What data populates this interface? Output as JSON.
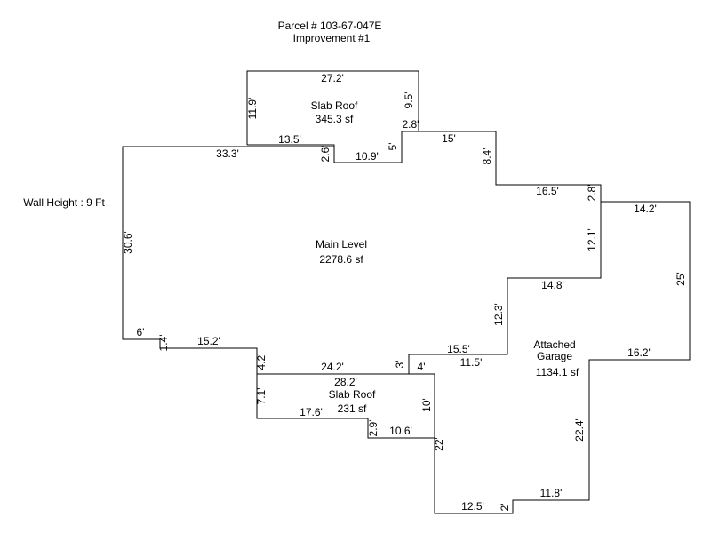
{
  "header": {
    "parcel": "Parcel # 103-67-047E",
    "improvement": "Improvement #1"
  },
  "wall_height": "Wall Height : 9 Ft",
  "areas": {
    "slab_roof_top": {
      "name": "Slab Roof",
      "area": "345.3 sf"
    },
    "main_level": {
      "name": "Main Level",
      "area": "2278.6 sf"
    },
    "garage": {
      "name_line1": "Attached",
      "name_line2": "Garage",
      "area": "1134.1 sf"
    },
    "slab_roof_bottom": {
      "name": "Slab Roof",
      "area": "231 sf"
    }
  },
  "dimensions": {
    "top_roof_width": "27.2'",
    "top_roof_left": "11.9'",
    "top_roof_right": "9.5'",
    "top_roof_notch": "2.8'",
    "top_13_5": "13.5'",
    "top_33_3": "33.3'",
    "top_2_6": "2.6'",
    "top_10_9": "10.9'",
    "top_5": "5'",
    "top_15": "15'",
    "right_8_4": "8.4'",
    "right_16_5": "16.5'",
    "right_2_8": "2.8'",
    "right_14_2": "14.2'",
    "right_12_1": "12.1'",
    "right_25": "25'",
    "right_14_8": "14.8'",
    "right_12_3": "12.3'",
    "right_15_5": "15.5'",
    "right_11_5": "11.5'",
    "right_16_2": "16.2'",
    "left_30_6": "30.6'",
    "left_6": "6'",
    "left_1_4": "1.4'",
    "left_15_2": "15.2'",
    "left_4_2": "4.2'",
    "bottom_24_2": "24.2'",
    "bottom_3": "3'",
    "bottom_4": "4'",
    "bottom_28_2": "28.2'",
    "bottom_7_1": "7.1'",
    "bottom_10": "10'",
    "bottom_17_6": "17.6'",
    "bottom_2_9": "2.9'",
    "bottom_10_6": "10.6'",
    "bottom_22": "22'",
    "bottom_22_4": "22.4'",
    "bottom_12_5": "12.5'",
    "bottom_2": "2'",
    "bottom_11_8": "11.8'"
  }
}
